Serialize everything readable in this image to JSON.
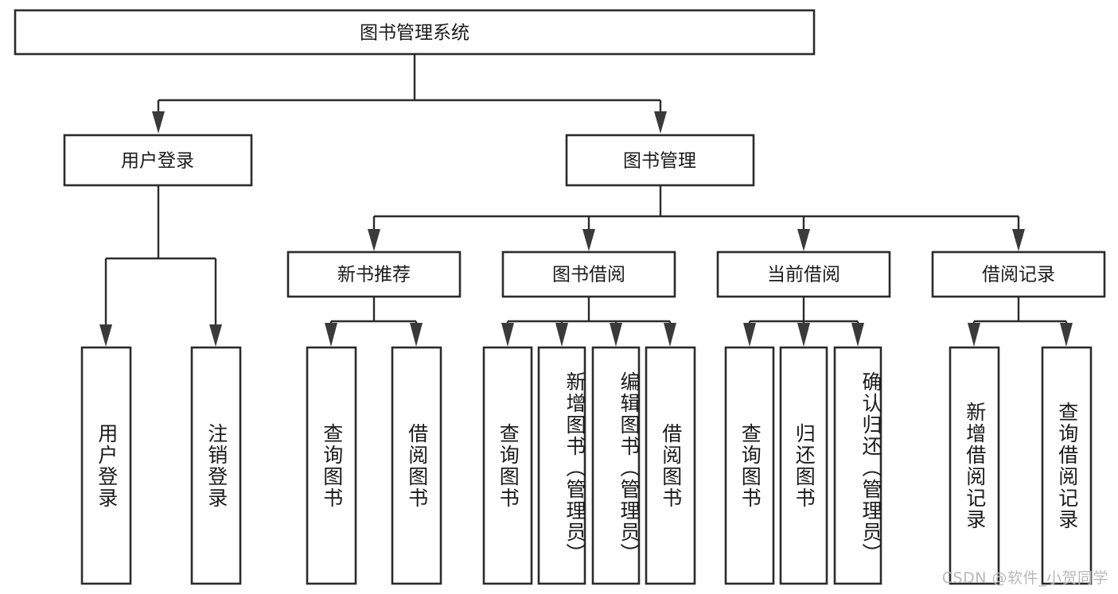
{
  "diagram": {
    "type": "tree",
    "title": "图书管理系统",
    "watermark": "CSDN @软件_小贺同学",
    "colors": {
      "background": "#ffffff",
      "box_stroke": "#2b2b2b",
      "box_fill": "#ffffff",
      "connector": "#2b2b2b",
      "text": "#1a1a1a",
      "watermark": "#b9b9b9"
    },
    "root": {
      "label": "图书管理系统"
    },
    "level2": [
      {
        "label": "用户登录"
      },
      {
        "label": "图书管理"
      }
    ],
    "level3": [
      {
        "label": "新书推荐"
      },
      {
        "label": "图书借阅"
      },
      {
        "label": "当前借阅"
      },
      {
        "label": "借阅记录"
      }
    ],
    "leaves": {
      "user_login": [
        {
          "label": "用户登录"
        },
        {
          "label": "注销登录"
        }
      ],
      "new_book_recommend": [
        {
          "label": "查询图书"
        },
        {
          "label": "借阅图书"
        }
      ],
      "book_borrow": [
        {
          "label": "查询图书"
        },
        {
          "label": "新增图书（管理员）"
        },
        {
          "label": "编辑图书（管理员）"
        },
        {
          "label": "借阅图书"
        }
      ],
      "current_borrow": [
        {
          "label": "查询图书"
        },
        {
          "label": "归还图书"
        },
        {
          "label": "确认归还（管理员）"
        }
      ],
      "borrow_record": [
        {
          "label": "新增借阅记录"
        },
        {
          "label": "查询借阅记录"
        }
      ]
    }
  }
}
